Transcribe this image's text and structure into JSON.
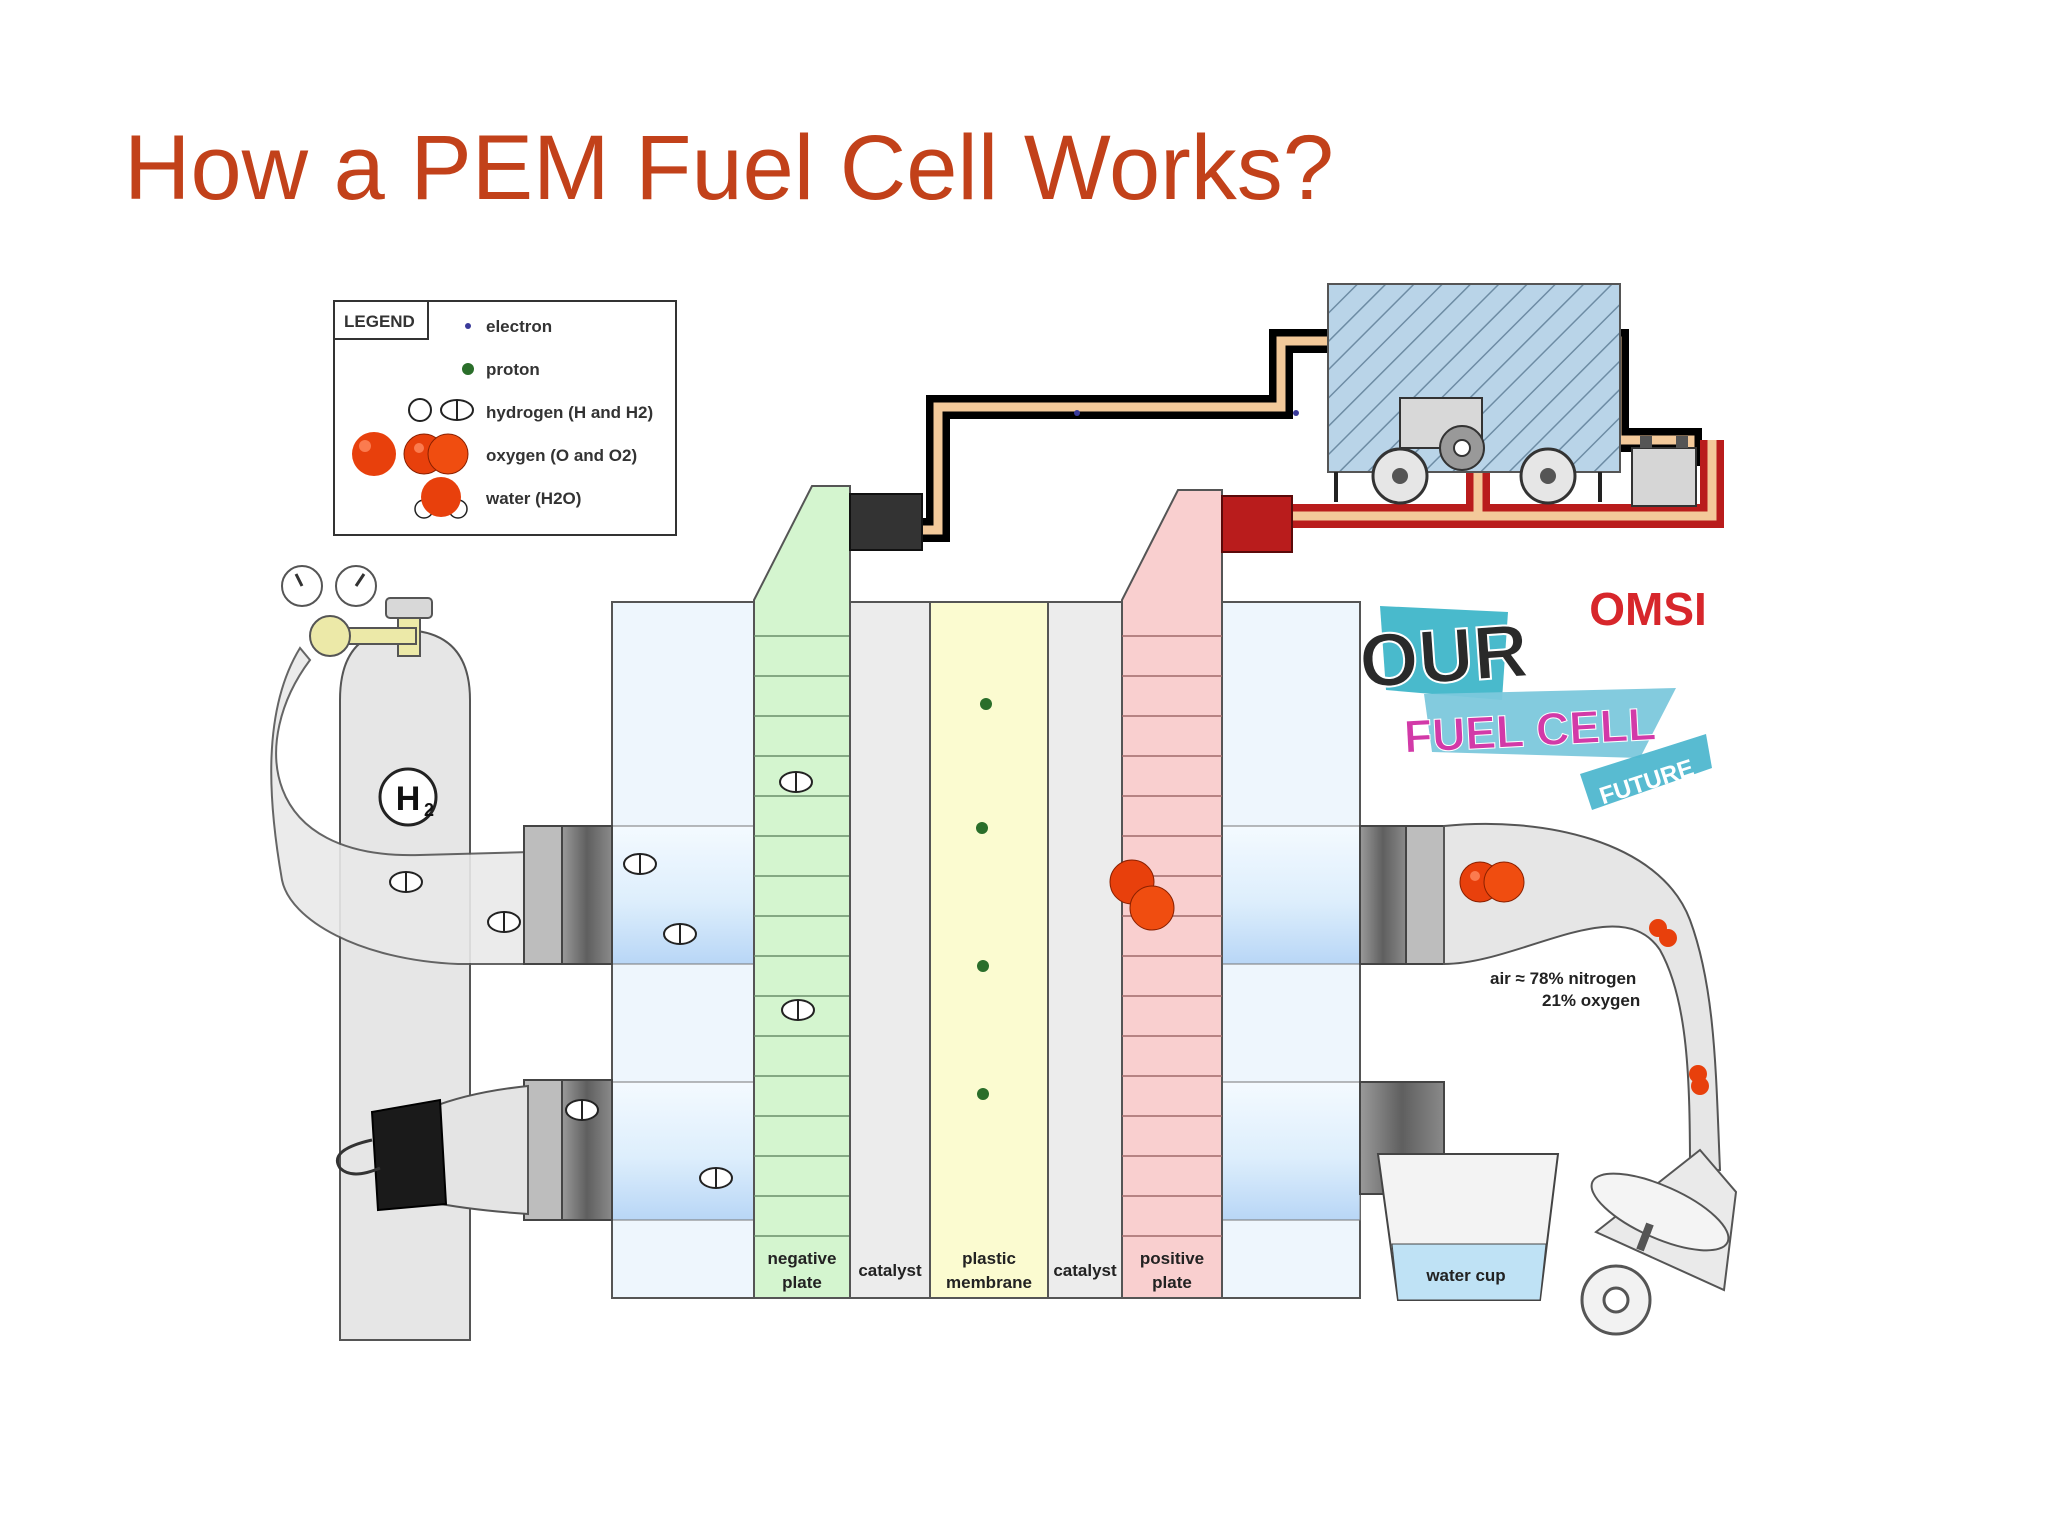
{
  "slide": {
    "title": "How a PEM Fuel Cell Works?"
  },
  "legend": {
    "heading": "LEGEND",
    "items": [
      {
        "key": "electron",
        "label": "electron"
      },
      {
        "key": "proton",
        "label": "proton"
      },
      {
        "key": "hydrogen",
        "label": "hydrogen (H and H2)"
      },
      {
        "key": "oxygen",
        "label": "oxygen (O and O2)"
      },
      {
        "key": "water",
        "label": "water (H2O)"
      }
    ]
  },
  "tank": {
    "label": "H",
    "subscript": "2"
  },
  "layers": {
    "negative_plate": [
      "negative",
      "plate"
    ],
    "catalyst_left": "catalyst",
    "membrane": [
      "plastic",
      "membrane"
    ],
    "catalyst_right": "catalyst",
    "positive_plate": [
      "positive",
      "plate"
    ]
  },
  "air_note": {
    "line1": "air ≈ 78% nitrogen",
    "line2": "21% oxygen"
  },
  "water_cup": "water cup",
  "logos": {
    "omsi": "OMSI",
    "our": "OUR",
    "fuel_cell": "FUEL CELL",
    "future": "FUTURE"
  },
  "colors": {
    "title": "#c2411a",
    "negative_plate": "#d4f5cf",
    "positive_plate": "#f9cfcf",
    "membrane": "#fbfbd0",
    "oxygen": "#e8400c",
    "proton": "#2a6e2a",
    "omsi": "#d7262b"
  }
}
